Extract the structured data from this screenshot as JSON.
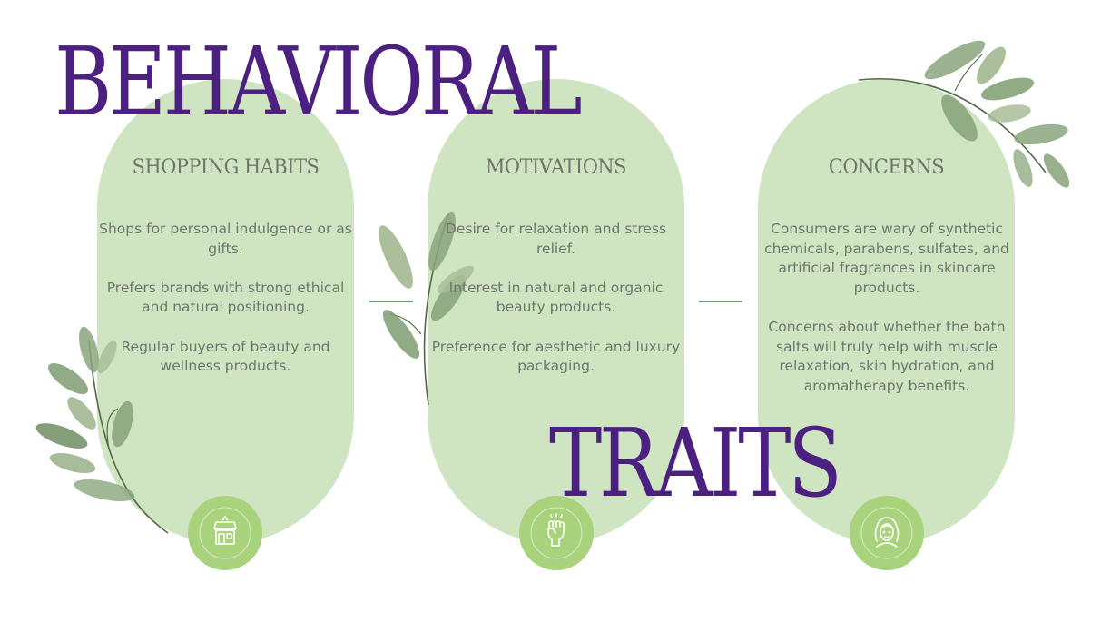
{
  "slide": {
    "heading_line1": "BEHAVIORAL",
    "heading_line2": "TRAITS"
  },
  "columns": [
    {
      "title": "SHOPPING HABITS",
      "paragraphs": [
        "Shops for personal indulgence or as gifts.",
        "Prefers brands with strong ethical and natural positioning.",
        "Regular buyers of beauty and wellness products."
      ],
      "icon": "storefront-icon"
    },
    {
      "title": "MOTIVATIONS",
      "paragraphs": [
        "Desire for relaxation and stress relief.",
        "Interest in natural and organic beauty products.",
        "Preference for aesthetic and luxury packaging."
      ],
      "icon": "raised-fist-icon"
    },
    {
      "title": "CONCERNS",
      "paragraphs": [
        "Consumers are wary of synthetic chemicals, parabens, sulfates, and artificial fragrances in skincare products.",
        "Concerns about whether the bath salts will truly help with muscle relaxation, skin hydration, and aromatherapy benefits."
      ],
      "icon": "woman-face-icon"
    }
  ],
  "colors": {
    "heading": "#4b2080",
    "pill_background": "#cfe5c2",
    "badge_background": "#a9d27d",
    "body_text": "#6f756c",
    "connector": "#6c9a76"
  }
}
